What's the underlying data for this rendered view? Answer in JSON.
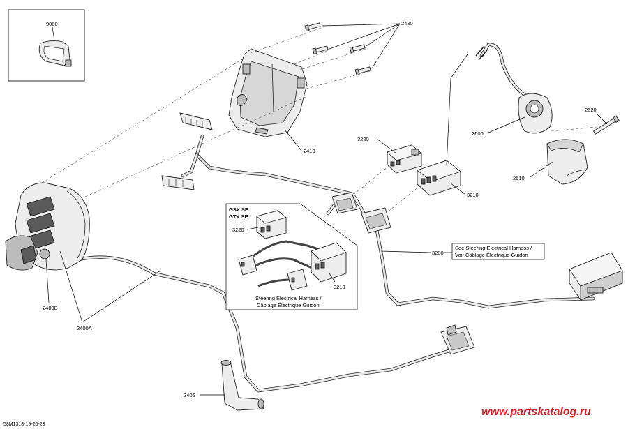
{
  "callouts": {
    "c9000": "9000",
    "c2420": "2420",
    "c2410": "2410",
    "c3220_main": "3220",
    "c3210_main": "3210",
    "c2600": "2600",
    "c2620": "2620",
    "c2610": "2610",
    "c3200": "3200",
    "c2400b": "2400B",
    "c2400a": "2400A",
    "c2405": "2405",
    "c3220_inset": "3220",
    "c3210_inset": "3210"
  },
  "inset": {
    "model_line1": "GSX SE",
    "model_line2": "GTX SE",
    "caption_line1": "Steering Electrical Harness /",
    "caption_line2": "Câblage Électrique Guidon"
  },
  "note": {
    "line1": "See Steering Electrical Harness /",
    "line2": "Voir Câblage Électrique Guidon"
  },
  "diagram_code": "58M1318-19-20-23",
  "watermark": "www.partskatalog.ru",
  "colors": {
    "watermark": "#e31b23",
    "line": "#000000",
    "background": "#ffffff"
  }
}
